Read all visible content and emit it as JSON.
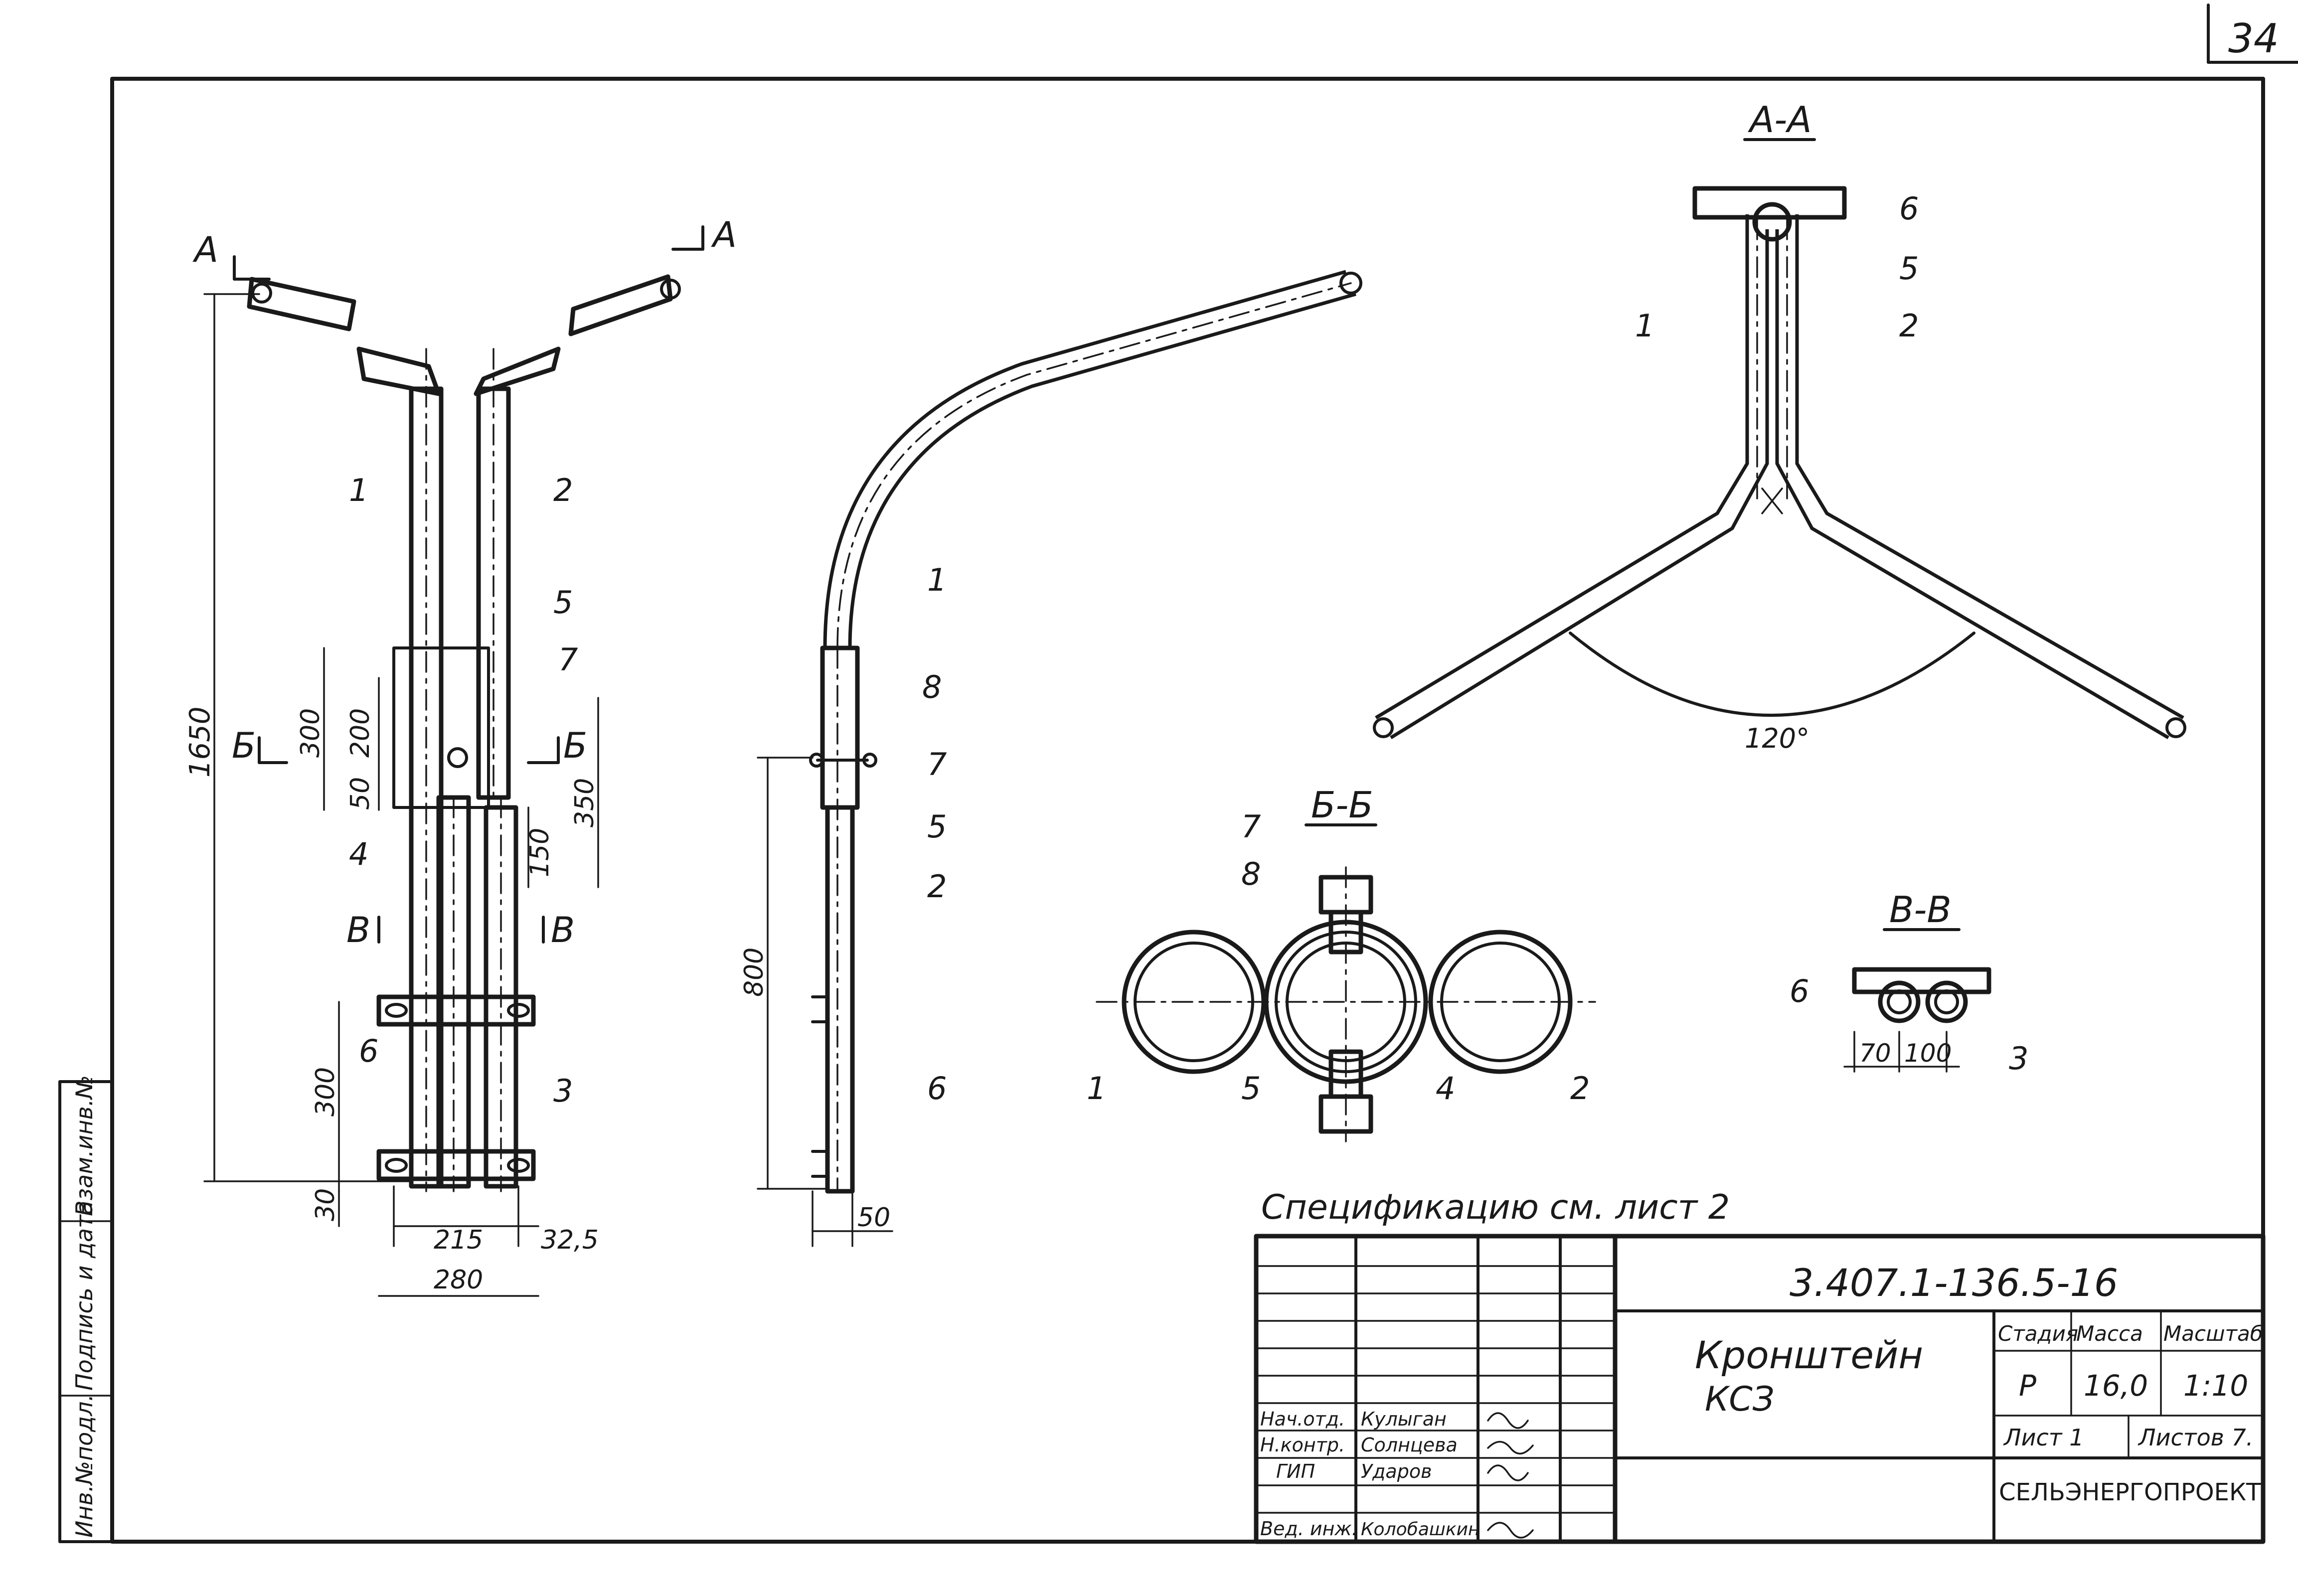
{
  "sheet": {
    "page_number": "34"
  },
  "views": {
    "front": {
      "cut_a_left": "А",
      "cut_a_right": "А",
      "cut_b_left": "Б",
      "cut_b_right": "Б",
      "cut_v_left": "В",
      "cut_v_right": "В",
      "parts": [
        "1",
        "2",
        "5",
        "7",
        "4",
        "6",
        "3"
      ],
      "dims": {
        "total_height": "1650",
        "d300a": "300",
        "d200": "200",
        "d50": "50",
        "d350": "350",
        "d150": "150",
        "d300b": "300",
        "d30": "30",
        "d215": "215",
        "d32_5": "32,5",
        "d280": "280"
      }
    },
    "side": {
      "parts": [
        "1",
        "8",
        "7",
        "5",
        "2",
        "6"
      ],
      "dims": {
        "d800": "800",
        "d50": "50"
      }
    },
    "section_aa": {
      "title": "А-А",
      "parts": [
        "6",
        "5",
        "1",
        "2"
      ],
      "angle": "120°"
    },
    "section_bb": {
      "title": "Б-Б",
      "parts": [
        "7",
        "8",
        "1",
        "5",
        "4",
        "2"
      ]
    },
    "section_vv": {
      "title": "В-В",
      "parts": [
        "6",
        "3"
      ],
      "dims": {
        "d70": "70",
        "d100": "100"
      }
    }
  },
  "spec_note": "Спецификацию см. лист 2",
  "title_block": {
    "code": "3.407.1-136.5-16",
    "name_line1": "Кронштейн",
    "name_line2": "КСЗ",
    "headers": {
      "stage": "Стадия",
      "mass": "Масса",
      "scale": "Масштаб"
    },
    "values": {
      "stage": "Р",
      "mass": "16,0",
      "scale": "1:10"
    },
    "sheet_label": "Лист 1",
    "sheets_label": "Листов 7.",
    "organization": "СЕЛЬЭНЕРГОПРОЕКТ",
    "roles": [
      {
        "role": "Нач.отд.",
        "name": "Кулыган"
      },
      {
        "role": "Н.контр.",
        "name": "Солнцева"
      },
      {
        "role": "ГИП",
        "name": "Ударов"
      },
      {
        "role": "Вед. инж.",
        "name": "Колобашкин"
      }
    ]
  },
  "side_stamp": {
    "inv": "Инв.№подл.",
    "sign": "Подпись и дата",
    "vzam": "Взам.инв.№"
  }
}
